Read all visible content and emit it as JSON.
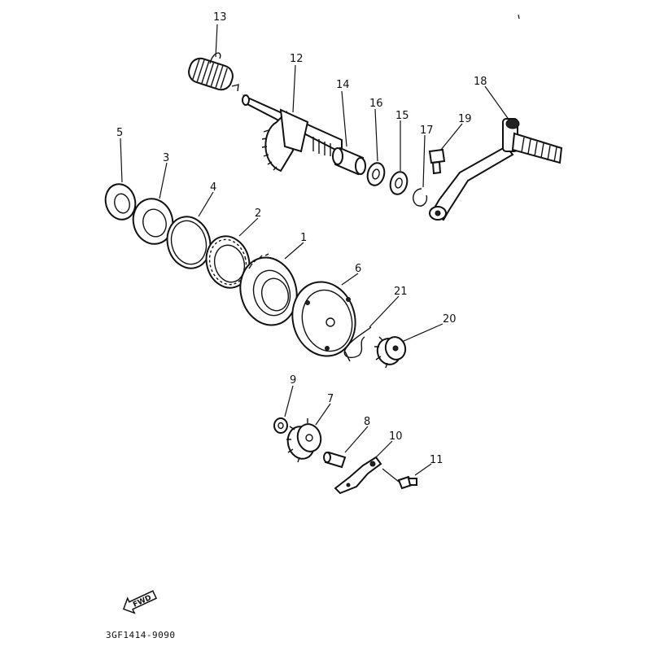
{
  "labels": {
    "p1": "1",
    "p2": "2",
    "p3": "3",
    "p4": "4",
    "p5": "5",
    "p6": "6",
    "p7": "7",
    "p8": "8",
    "p9": "9",
    "p10": "10",
    "p11": "11",
    "p12": "12",
    "p13": "13",
    "p14": "14",
    "p15": "15",
    "p16": "16",
    "p17": "17",
    "p18": "18",
    "p19": "19",
    "p20": "20",
    "p21": "21"
  },
  "fwd_label": "FWD",
  "diagram_code": "3GF1414-9090",
  "line_color": "#111111"
}
